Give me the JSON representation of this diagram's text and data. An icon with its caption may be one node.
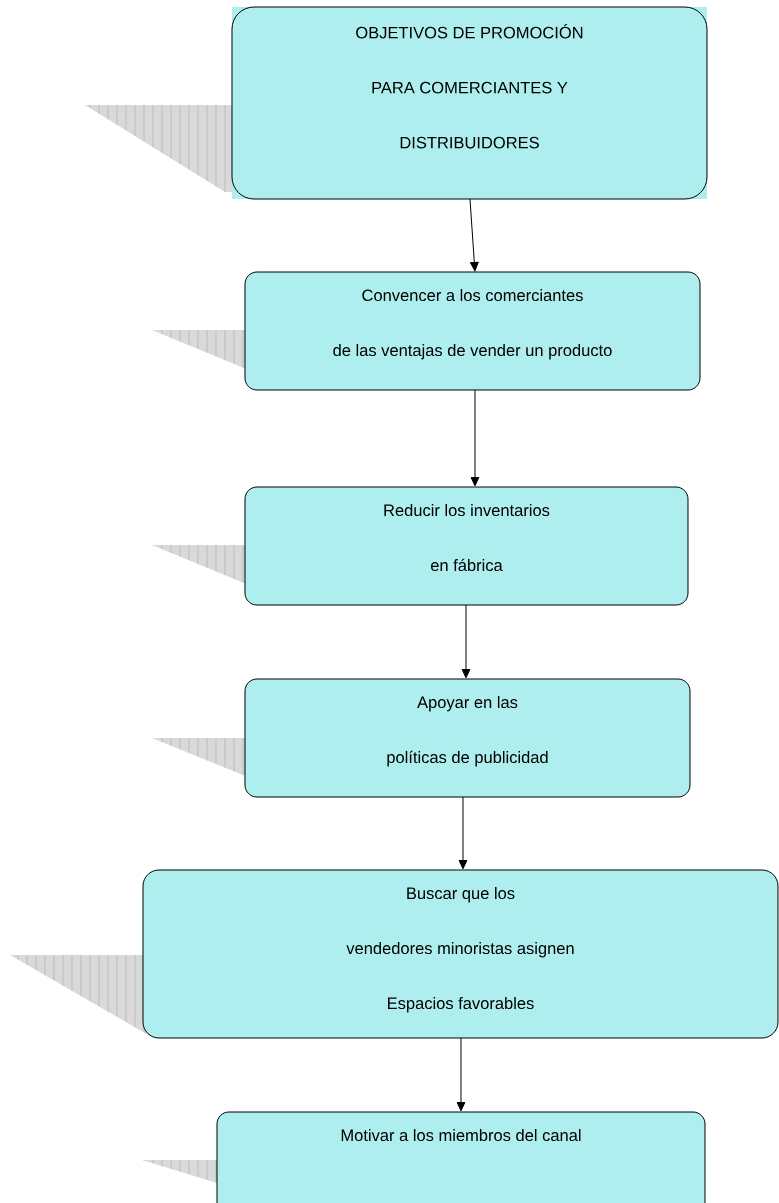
{
  "diagram": {
    "nodes": [
      {
        "text": [
          "OBJETIVOS DE PROMOCIÓN",
          "PARA COMERCIANTES Y",
          "DISTRIBUIDORES"
        ]
      },
      {
        "text": [
          "Convencer a los comerciantes",
          "de las ventajas de vender un producto"
        ]
      },
      {
        "text": [
          "Reducir los inventarios",
          "en fábrica"
        ]
      },
      {
        "text": [
          "Apoyar en las",
          "políticas de publicidad"
        ]
      },
      {
        "text": [
          "Buscar que los",
          "vendedores minoristas asignen",
          "Espacios favorables"
        ]
      },
      {
        "text": [
          "Motivar a los miembros del canal"
        ]
      }
    ],
    "edges": [
      {
        "from": 0,
        "to": 1,
        "arrow": "to"
      },
      {
        "from": 1,
        "to": 2,
        "arrow": "to"
      },
      {
        "from": 2,
        "to": 3,
        "arrow": "to"
      },
      {
        "from": 3,
        "to": 4,
        "arrow": "to"
      },
      {
        "from": 4,
        "to": 5,
        "arrow": "to"
      }
    ]
  }
}
